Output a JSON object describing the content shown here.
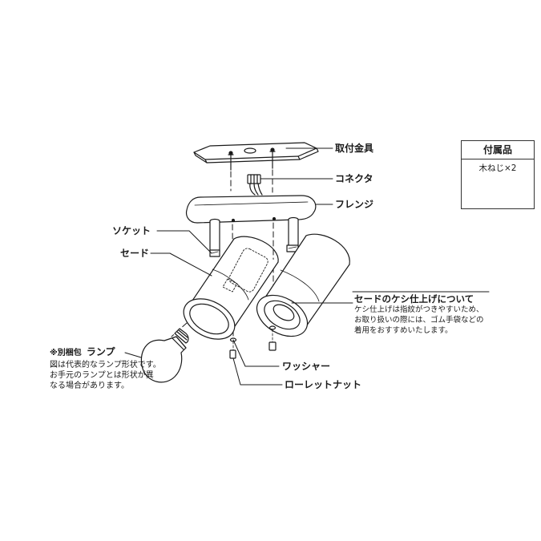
{
  "labels": {
    "mount_bracket": "取付金具",
    "connector": "コネクタ",
    "flange": "フレンジ",
    "socket": "ソケット",
    "shade": "セード",
    "washer": "ワッシャー",
    "knurled_nut": "ローレットナット",
    "lamp_prefix": "※別梱包",
    "lamp": "ランプ"
  },
  "lamp_note": {
    "line1": "図は代表的なランプ形状です。",
    "line2": "お手元のランプとは形状が異",
    "line3": "なる場合があります。"
  },
  "shade_note": {
    "title": "セードのケシ仕上げについて",
    "line1": "ケシ仕上げは指紋がつきやすいため、",
    "line2": "お取り扱いの際には、ゴム手袋などの",
    "line3": "着用をおすすめいたします。"
  },
  "accessories": {
    "title": "付属品",
    "item": "木ねじ×2"
  }
}
